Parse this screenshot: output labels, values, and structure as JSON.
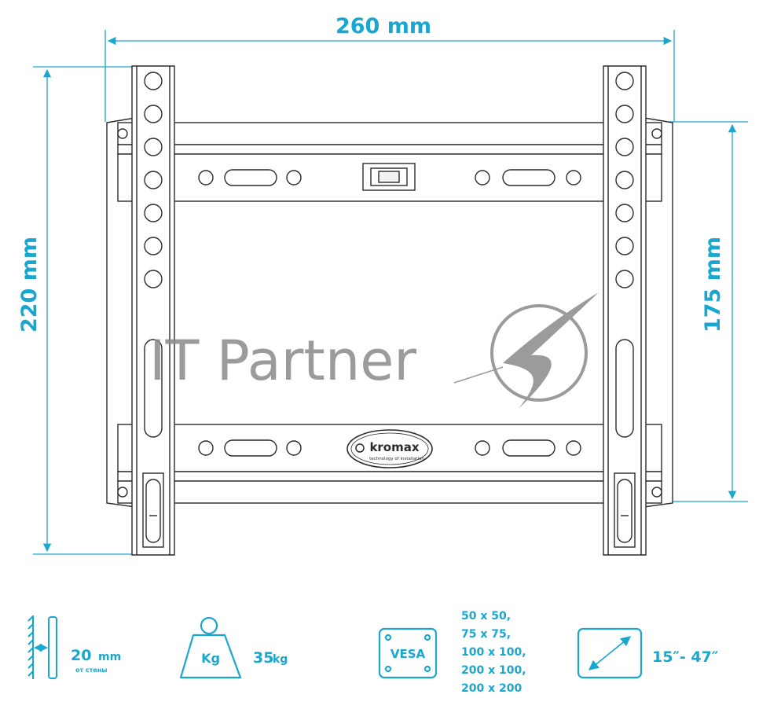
{
  "dimensions": {
    "width": "260 mm",
    "height": "220 mm",
    "vesa_height": "175 mm"
  },
  "watermark": "IT Partner",
  "logo": {
    "brand": "kromax",
    "tagline": "technology of installation"
  },
  "specs": {
    "wall_gap": {
      "value": "20",
      "unit": "mm",
      "note": "от стены",
      "icon": "wall-distance-icon"
    },
    "load": {
      "icon_label": "Kg",
      "value": "35",
      "unit": "kg",
      "icon": "weight-icon"
    },
    "vesa": {
      "icon_label": "VESA",
      "options": [
        "50 x 50,",
        "75 x 75,",
        "100 x 100,",
        "200 x 100,",
        "200 x 200"
      ],
      "icon": "vesa-plate-icon"
    },
    "screen": {
      "value": "15″- 47″",
      "icon": "screen-diagonal-icon"
    }
  },
  "colors": {
    "accent": "#1aa7cf",
    "outline": "#2b2b2b",
    "watermark": "#8a8a8a"
  }
}
